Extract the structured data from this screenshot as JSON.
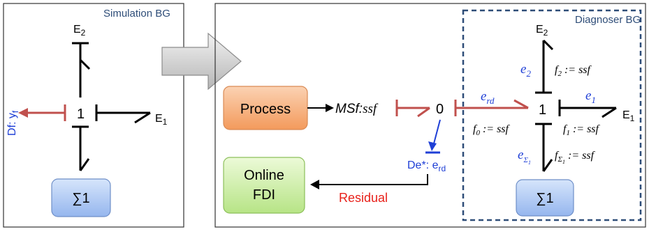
{
  "left_panel": {
    "title": "Simulation BG",
    "junction": "1",
    "e_top": "E",
    "e_top_sub": "2",
    "e_right": "E",
    "e_right_sub": "1",
    "df_label": "Df: y",
    "df_sub": "f",
    "sum_box": "∑1"
  },
  "arrow": {
    "icon": "big-right-arrow"
  },
  "right_panel": {
    "process": "Process",
    "msf": "MSf:",
    "ssf": "ssf",
    "zero_junction": "0",
    "e_rd": "e",
    "e_rd_sub": "rd",
    "f0": "f",
    "f0_sub": "0",
    "f0_rhs": " := ssf",
    "de_label": "De*: e",
    "de_sub": "rd",
    "residual": "Residual",
    "online_fdi_line1": "Online",
    "online_fdi_line2": "FDI"
  },
  "diagnoser": {
    "title": "Diagnoser BG",
    "junction": "1",
    "e_top": "E",
    "e_top_sub": "2",
    "e2": "e",
    "e2_sub": "2",
    "f2": "f",
    "f2_sub": "2",
    "f2_rhs": " := ssf",
    "e1": "e",
    "e1_sub": "1",
    "E1": "E",
    "E1_sub": "1",
    "f1": "f",
    "f1_sub": "1",
    "f1_rhs": " := ssf",
    "esig": "e",
    "esig_sub": "Σ",
    "esig_subsub": "1",
    "fsig": "f",
    "fsig_sub": "Σ",
    "fsig_subsub": "1",
    "fsig_rhs": " := ssf",
    "sum_box": "∑1"
  },
  "colors": {
    "blue_label": "#1f3fd6",
    "red_bond": "#c0504d",
    "residual_red": "#e8201a",
    "panel_border": "#333333",
    "diagnoser_border": "#2e4d78",
    "process_fill": "#f6a86e",
    "fdi_fill": "#c4eb95",
    "sum_fill": "#a9c6f2"
  }
}
